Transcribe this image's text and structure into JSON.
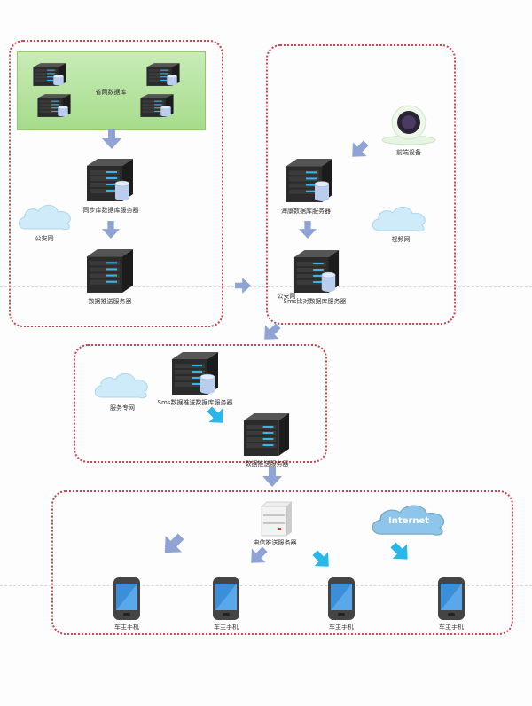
{
  "colors": {
    "border": "#c9444d",
    "arrow_blue": "#8fa3d6",
    "arrow_cyan": "#29b6e8",
    "green_area": "#b2e29a"
  },
  "zones": {
    "public_security": {
      "province_db": "省网数据库",
      "sync_server": "同步库数据库服务器",
      "cloud": "公安网",
      "push_server": "数据推送服务器"
    },
    "video": {
      "camera": "前端设备",
      "hik_server": "海康数据库服务器",
      "cloud": "视频网",
      "sms_compare_server": "Sms比对数据库服务器",
      "overlap_label": "公安网"
    },
    "service": {
      "cloud": "服务专网",
      "sms_push_db": "Sms数据推送数据库服务器",
      "push_server": "数据推送服务器"
    },
    "telecom": {
      "telecom_server": "电信推送服务器",
      "internet": "Internet",
      "phones": [
        "车主手机",
        "车主手机",
        "车主手机",
        "车主手机"
      ]
    }
  }
}
